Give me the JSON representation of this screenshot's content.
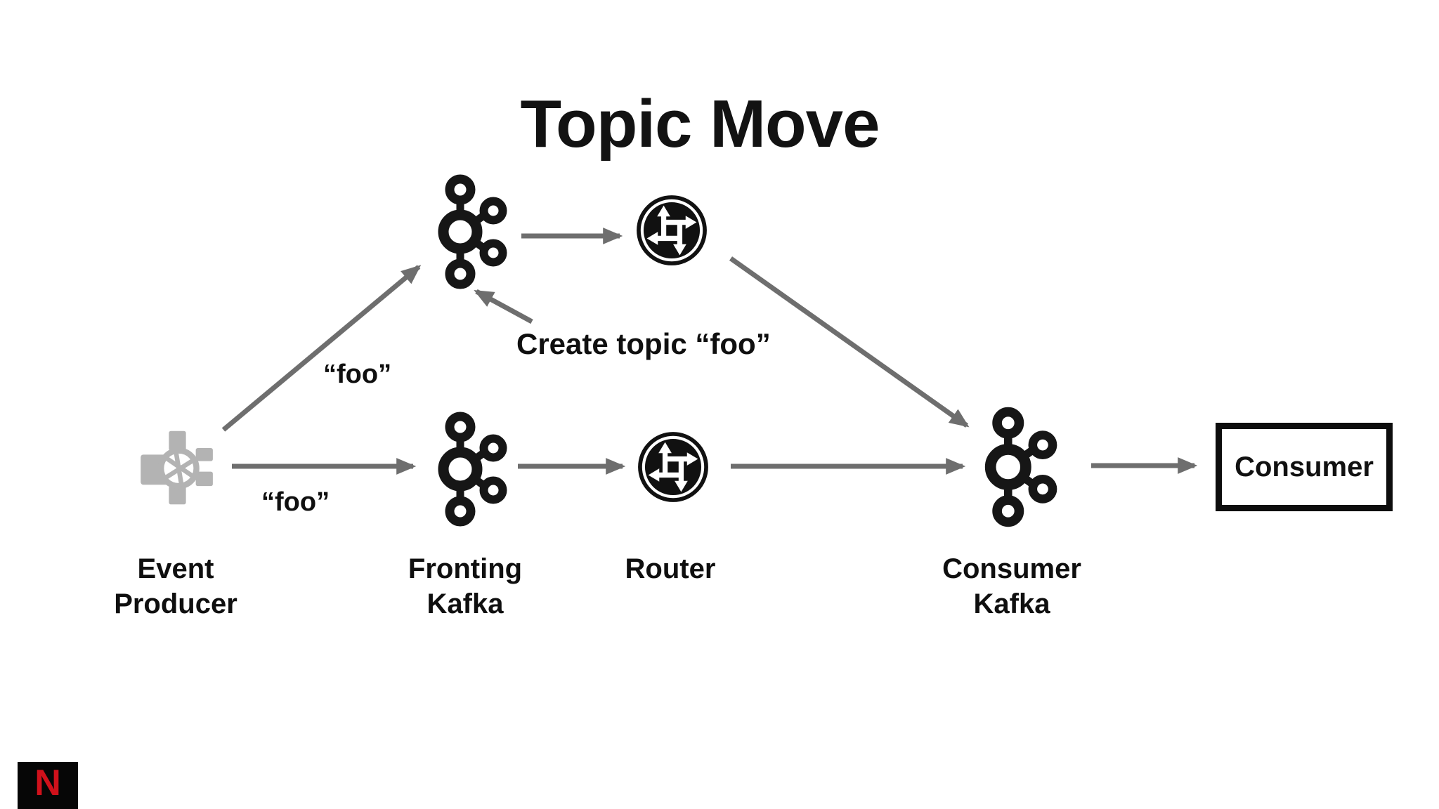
{
  "title": "Topic Move",
  "nodes": {
    "event_producer": {
      "label": "Event\nProducer",
      "icon": "event-producer-icon"
    },
    "fronting_kafka": {
      "label": "Fronting\nKafka",
      "icon": "kafka-icon"
    },
    "router": {
      "label": "Router",
      "icon": "router-icon"
    },
    "consumer_kafka": {
      "label": "Consumer\nKafka",
      "icon": "kafka-icon"
    },
    "consumer": {
      "label": "Consumer"
    }
  },
  "edges": {
    "foo_top": "“foo”",
    "foo_bottom": "“foo”",
    "create_topic": "Create topic “foo”"
  },
  "footer": {
    "netflix_n": "N"
  },
  "colors": {
    "arrow_gray": "#6e6e6e",
    "icon_black": "#161616",
    "netflix_red": "#d0111b",
    "producer_gray": "#b3b3b3"
  }
}
